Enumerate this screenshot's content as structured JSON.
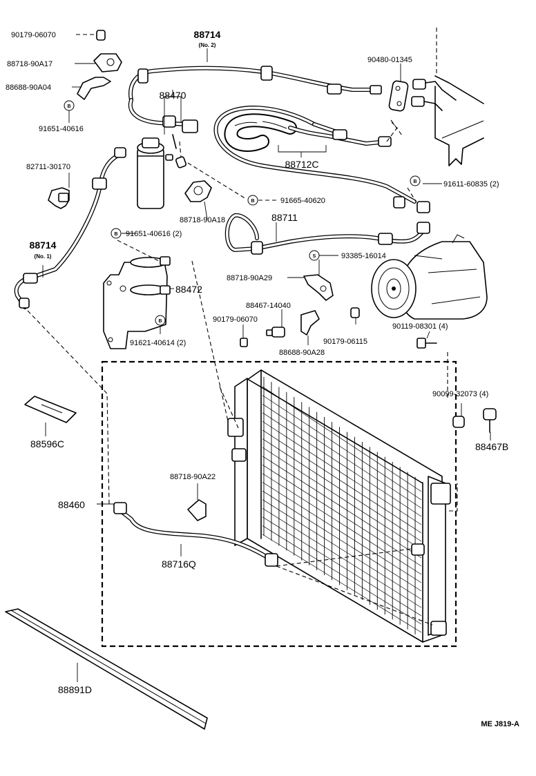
{
  "labels": {
    "p90179_06070_top": "90179-06070",
    "p88714_top": "88714",
    "p88714_top_sub": "(No. 2)",
    "p88718_90A17": "88718-90A17",
    "p88688_90A04": "88688-90A04",
    "p91651_40616": "91651-40616",
    "p88470": "88470",
    "p90480_01345": "90480-01345",
    "p88712C": "88712C",
    "p82711_30170": "82711-30170",
    "p91611_60835": "91611-60835 (2)",
    "p91665_40620": "91665-40620",
    "p88718_90A18": "88718-90A18",
    "p88711": "88711",
    "p91651_40616_2": "91651-40616 (2)",
    "p88714_mid": "88714",
    "p88714_mid_sub": "(No. 1)",
    "p93385_16014": "93385-16014",
    "p88472": "88472",
    "p88718_90A29": "88718-90A29",
    "p88467_14040": "88467-14040",
    "p90179_06070_mid": "90179-06070",
    "p90119_08301": "90119-08301 (4)",
    "p91621_40614": "91621-40614 (2)",
    "p90179_06115": "90179-06115",
    "p88688_90A28": "88688-90A28",
    "p90099_32073": "90099-32073 (4)",
    "p88596C": "88596C",
    "p88467B": "88467B",
    "p88718_90A22": "88718-90A22",
    "p88460": "88460",
    "p88716Q": "88716Q",
    "p88891D": "88891D",
    "footer": "ME  J819-A"
  },
  "callout_letters": {
    "bolt": "B",
    "screw": "S"
  }
}
